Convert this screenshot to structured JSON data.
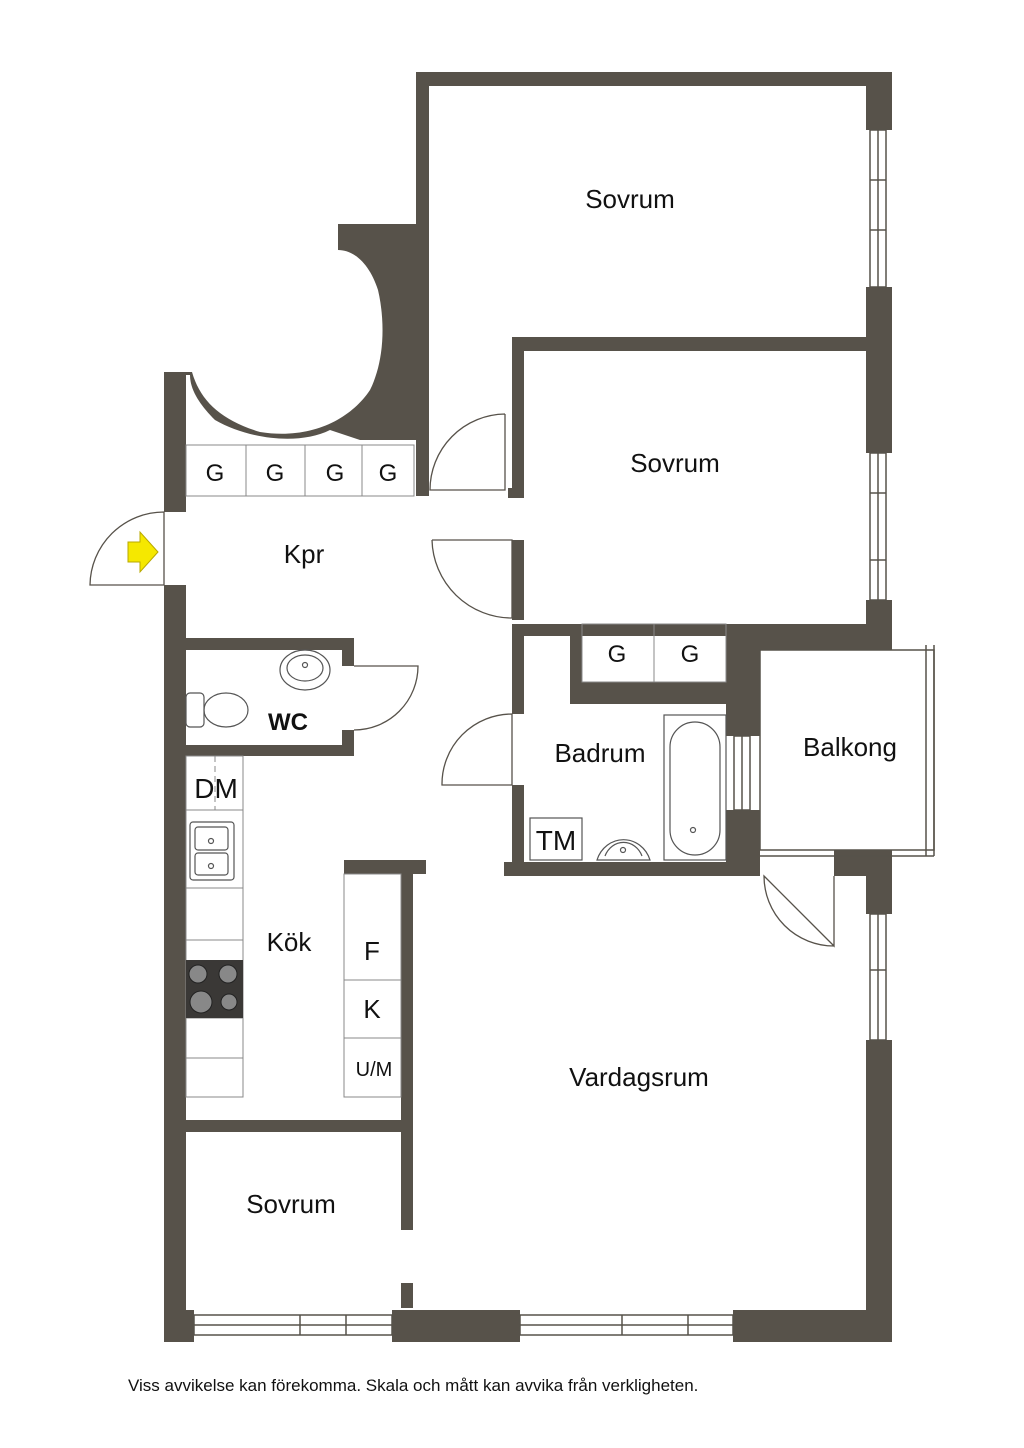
{
  "rooms": {
    "sovrum_top": "Sovrum",
    "sovrum_mid": "Sovrum",
    "sovrum_bottom": "Sovrum",
    "kpr": "Kpr",
    "wc": "WC",
    "badrum": "Badrum",
    "balkong": "Balkong",
    "kok": "Kök",
    "vardagsrum": "Vardagsrum"
  },
  "fixtures": {
    "wardrobe_label": "G",
    "dm": "DM",
    "tm": "TM",
    "fridge": "F",
    "freezer": "K",
    "oven_micro": "U/M"
  },
  "disclaimer": "Viss avvikelse kan förekomma. Skala och mått kan avvika från verkligheten.",
  "colors": {
    "wall": "#57524a",
    "entrance_arrow": "#f5e800",
    "background": "#ffffff"
  }
}
